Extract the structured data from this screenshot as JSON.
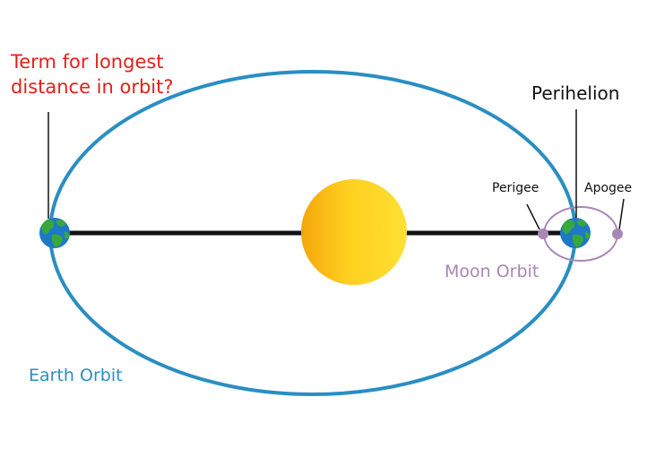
{
  "labels": {
    "question_line1": "Term for longest",
    "question_line2": "distance in orbit?",
    "perihelion": "Perihelion",
    "perigee": "Perigee",
    "apogee": "Apogee",
    "moon_orbit": "Moon Orbit",
    "earth_orbit": "Earth Orbit"
  },
  "colors": {
    "question": "#e0201b",
    "earth_orbit": "#2a8ec2",
    "moon_orbit": "#a886b5",
    "sun_light": "#ffe033",
    "sun_dark": "#f4a60a",
    "axis": "#111111",
    "earth_ocean": "#1e78c8",
    "earth_land": "#38a83a",
    "label_dark": "#111111"
  }
}
